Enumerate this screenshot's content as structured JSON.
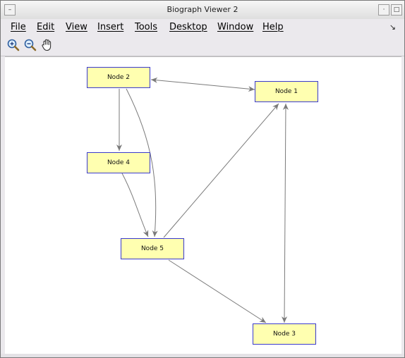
{
  "window": {
    "title": "Biograph Viewer 2"
  },
  "menu": [
    "File",
    "Edit",
    "View",
    "Insert",
    "Tools",
    "Desktop",
    "Window",
    "Help"
  ],
  "toolbar": {
    "tools": [
      "zoom-in",
      "zoom-out",
      "pan"
    ]
  },
  "graph": {
    "nodes": [
      {
        "id": "n2",
        "label": "Node 2"
      },
      {
        "id": "n1",
        "label": "Node 1"
      },
      {
        "id": "n4",
        "label": "Node 4"
      },
      {
        "id": "n5",
        "label": "Node 5"
      },
      {
        "id": "n3",
        "label": "Node 3"
      }
    ],
    "edges": [
      {
        "from": "Node 2",
        "to": "Node 1"
      },
      {
        "from": "Node 1",
        "to": "Node 2"
      },
      {
        "from": "Node 2",
        "to": "Node 4"
      },
      {
        "from": "Node 2",
        "to": "Node 5"
      },
      {
        "from": "Node 4",
        "to": "Node 5"
      },
      {
        "from": "Node 5",
        "to": "Node 1"
      },
      {
        "from": "Node 5",
        "to": "Node 3"
      },
      {
        "from": "Node 1",
        "to": "Node 3"
      },
      {
        "from": "Node 3",
        "to": "Node 1"
      }
    ],
    "colors": {
      "node_fill": "#ffffb0",
      "node_border": "#3a3acd",
      "edge": "#7a7a7a"
    }
  }
}
